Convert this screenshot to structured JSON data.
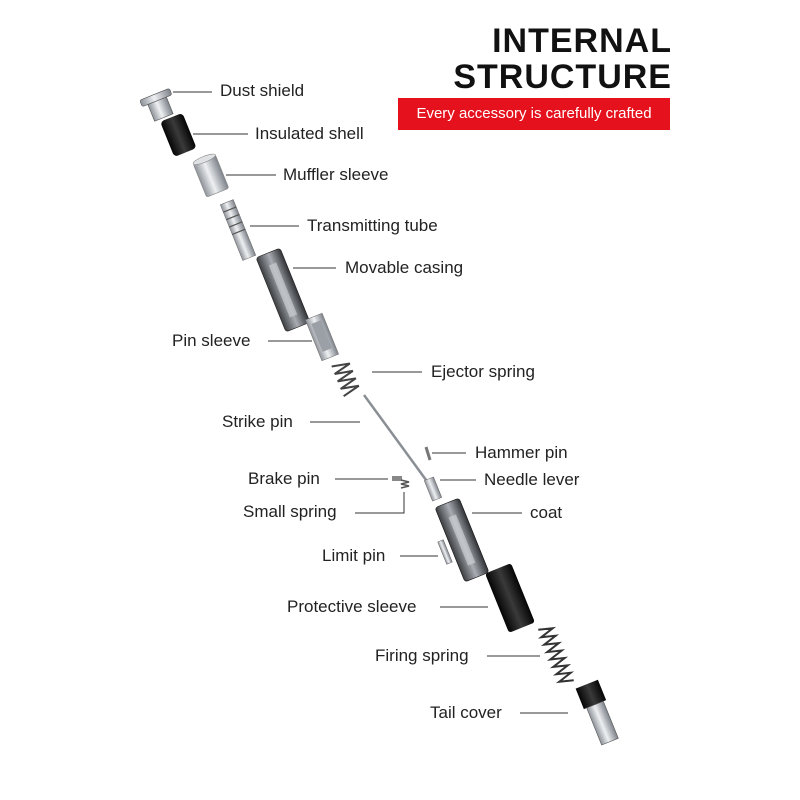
{
  "header": {
    "title_line1": "INTERNAL",
    "title_line2": "STRUCTURE",
    "banner_text": "Every accessory is carefully crafted"
  },
  "colors": {
    "banner": "#e5121e",
    "metal": "#c8ccd1",
    "dark_part": "#141414",
    "leader_line": "#333333"
  },
  "parts": [
    "Dust shield",
    "Insulated shell",
    "Muffler sleeve",
    "Transmitting tube",
    "Movable casing",
    "Pin sleeve",
    "Ejector spring",
    "Strike pin",
    "Hammer pin",
    "Brake pin",
    "Needle lever",
    "Small spring",
    "coat",
    "Limit pin",
    "Protective sleeve",
    "Firing spring",
    "Tail cover"
  ]
}
